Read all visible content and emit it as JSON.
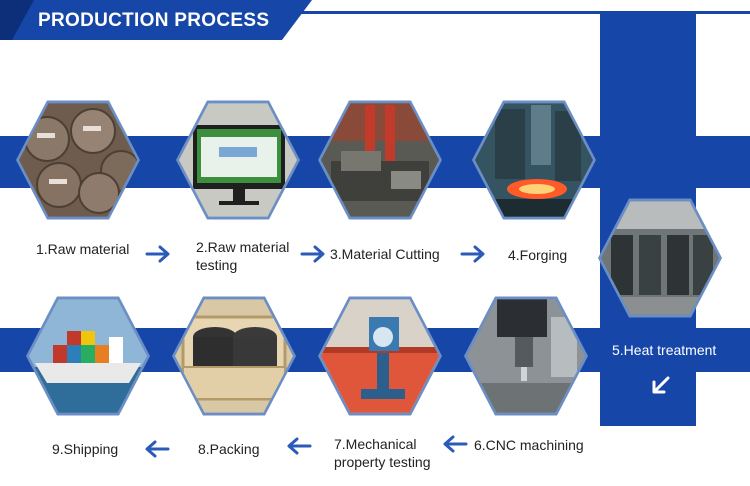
{
  "header": {
    "title": "PRODUCTION PROCESS"
  },
  "steps": [
    {
      "label": "1.Raw material"
    },
    {
      "label_line1": "2.Raw material",
      "label_line2": "testing"
    },
    {
      "label": "3.Material Cutting"
    },
    {
      "label": "4.Forging"
    },
    {
      "label": "5.Heat treatment"
    },
    {
      "label": "6.CNC machining"
    },
    {
      "label_line1": "7.Mechanical",
      "label_line2": "property testing"
    },
    {
      "label": "8.Packing"
    },
    {
      "label": "9.Shipping"
    }
  ],
  "colors": {
    "accent": "#1646a8",
    "arrow": "#2a5bb8"
  }
}
